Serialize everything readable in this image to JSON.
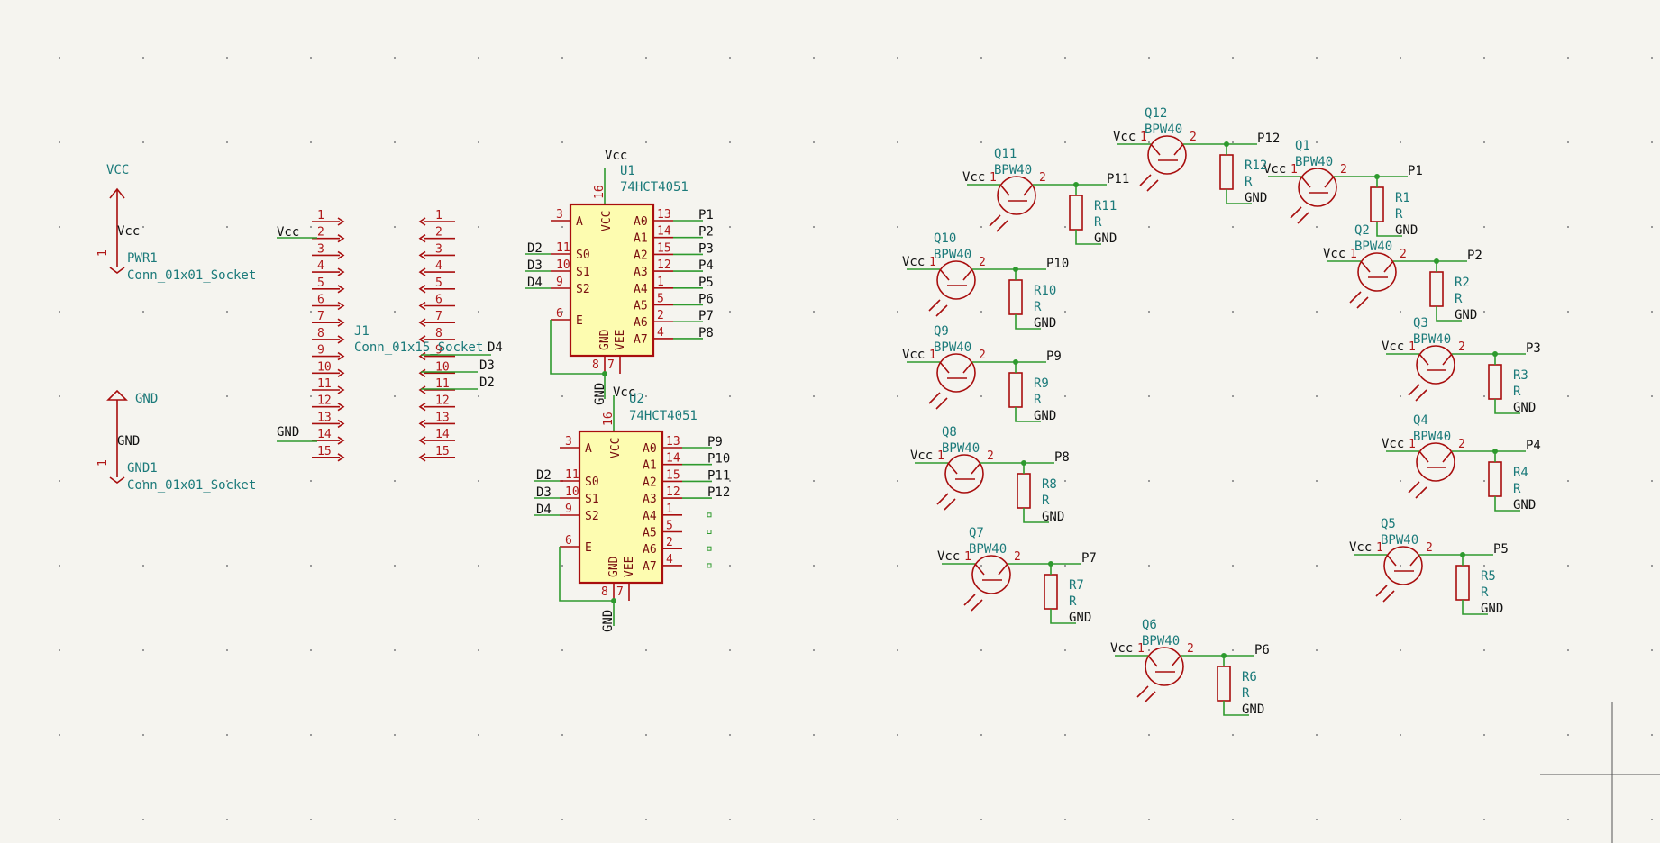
{
  "colors": {
    "background": "#f5f4ef",
    "wire": "#2e9a2e",
    "body": "#a80e0e",
    "chip_fill": "#fdfcb0",
    "reference": "#1b7a7a"
  },
  "power": {
    "vcc": {
      "net": "VCC",
      "pin_net": "Vcc",
      "ref": "PWR1",
      "value": "Conn_01x01_Socket",
      "pin": "1"
    },
    "gnd": {
      "net": "GND",
      "pin_net": "GND",
      "ref": "GND1",
      "value": "Conn_01x01_Socket",
      "pin": "1"
    }
  },
  "connector": {
    "ref": "J1",
    "value": "Conn_01x15_Socket",
    "pins": [
      "1",
      "2",
      "3",
      "4",
      "5",
      "6",
      "7",
      "8",
      "9",
      "10",
      "11",
      "12",
      "13",
      "14",
      "15"
    ],
    "left_vcc": "Vcc",
    "left_gnd": "GND",
    "right_d4": "D4",
    "right_d3": "D3",
    "right_d2": "D2"
  },
  "u1": {
    "ref": "U1",
    "value": "74HCT4051",
    "vcc": "Vcc",
    "gnd": "GND",
    "outs": [
      "P1",
      "P2",
      "P3",
      "P4",
      "P5",
      "P6",
      "P7",
      "P8"
    ]
  },
  "u2": {
    "ref": "U2",
    "value": "74HCT4051",
    "vcc": "Vcc",
    "gnd": "GND",
    "outs": [
      "P9",
      "P10",
      "P11",
      "P12"
    ]
  },
  "mux": {
    "in_pins": [
      "3",
      "11",
      "10",
      "9",
      "6"
    ],
    "in_names": [
      "A",
      "S0",
      "S1",
      "S2",
      "E"
    ],
    "in_nets": [
      "D2",
      "D3",
      "D4"
    ],
    "top_pin": "16",
    "top_name": "VCC",
    "bottom_pins": [
      "8",
      "7"
    ],
    "bottom_names": [
      "GND",
      "VEE"
    ],
    "out_pins": [
      "13",
      "14",
      "15",
      "12",
      "1",
      "5",
      "2",
      "4"
    ],
    "out_names": [
      "A0",
      "A1",
      "A2",
      "A3",
      "A4",
      "A5",
      "A6",
      "A7"
    ]
  },
  "sensors": [
    {
      "q": "Q1",
      "r": "R1",
      "p": "P1"
    },
    {
      "q": "Q2",
      "r": "R2",
      "p": "P2"
    },
    {
      "q": "Q3",
      "r": "R3",
      "p": "P3"
    },
    {
      "q": "Q4",
      "r": "R4",
      "p": "P4"
    },
    {
      "q": "Q5",
      "r": "R5",
      "p": "P5"
    },
    {
      "q": "Q6",
      "r": "R6",
      "p": "P6"
    },
    {
      "q": "Q7",
      "r": "R7",
      "p": "P7"
    },
    {
      "q": "Q8",
      "r": "R8",
      "p": "P8"
    },
    {
      "q": "Q9",
      "r": "R9",
      "p": "P9"
    },
    {
      "q": "Q10",
      "r": "R10",
      "p": "P10"
    },
    {
      "q": "Q11",
      "r": "R11",
      "p": "P11"
    },
    {
      "q": "Q12",
      "r": "R12",
      "p": "P12"
    }
  ],
  "sensor_common": {
    "value": "BPW40",
    "r_value": "R",
    "vcc": "Vcc",
    "gnd": "GND",
    "pin1": "1",
    "pin2": "2"
  }
}
